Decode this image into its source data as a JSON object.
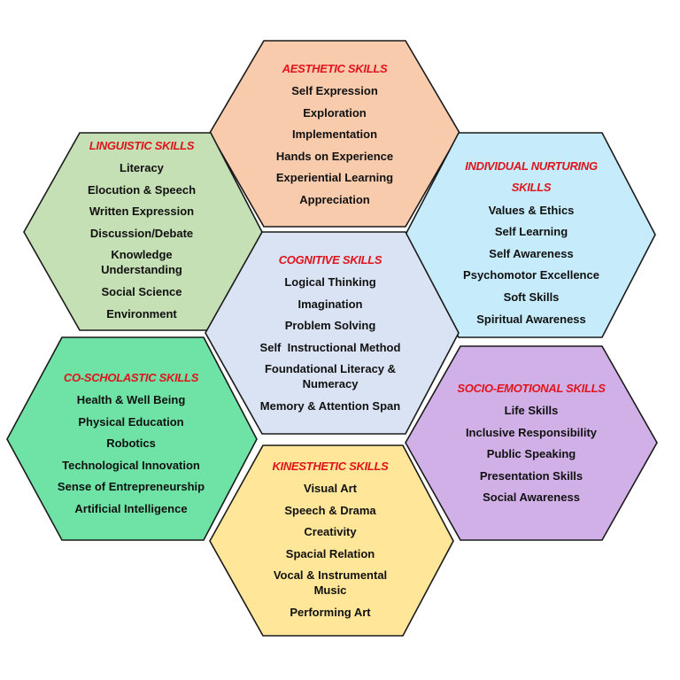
{
  "hexagons": [
    {
      "id": "aesthetic",
      "title": "AESTHETIC SKILLS",
      "color": "#f8cbad",
      "items": [
        "Self Expression",
        "Exploration",
        "Implementation",
        "Hands on Experience",
        "Experiential Learning",
        "Appreciation"
      ]
    },
    {
      "id": "linguistic",
      "title": "LINGUISTIC SKILLS",
      "color": "#c5e0b4",
      "items": [
        "Literacy",
        "Elocution & Speech",
        "Written Expression",
        "Discussion/Debate",
        "Knowledge\nUnderstanding",
        "Social Science",
        "Environment"
      ]
    },
    {
      "id": "individual-nurturing",
      "title": "INDIVIDUAL NURTURING\nSKILLS",
      "color": "#c6ecfb",
      "items": [
        "Values & Ethics",
        "Self Learning",
        "Self Awareness",
        "Psychomotor Excellence",
        "Soft Skills",
        "Spiritual Awareness"
      ]
    },
    {
      "id": "cognitive",
      "title": "COGNITIVE SKILLS",
      "color": "#dae3f3",
      "items": [
        "Logical Thinking",
        "Imagination",
        "Problem Solving",
        "Self  Instructional Method",
        "Foundational Literacy &\nNumeracy",
        "Memory & Attention Span"
      ]
    },
    {
      "id": "co-scholastic",
      "title": "CO-SCHOLASTIC SKILLS",
      "color": "#6ee3a5",
      "items": [
        "Health & Well Being",
        "Physical Education",
        "Robotics",
        "Technological Innovation",
        "Sense of Entrepreneurship",
        "Artificial Intelligence"
      ]
    },
    {
      "id": "socio-emotional",
      "title": "SOCIO-EMOTIONAL SKILLS",
      "color": "#d1b0e8",
      "items": [
        "Life Skills",
        "Inclusive Responsibility",
        "Public Speaking",
        "Presentation Skills",
        "Social Awareness"
      ]
    },
    {
      "id": "kinesthetic",
      "title": "KINESTHETIC SKILLS",
      "color": "#ffe699",
      "items": [
        "Visual Art",
        "Speech & Drama",
        "Creativity",
        "Spacial Relation",
        "Vocal & Instrumental\nMusic",
        "Performing Art"
      ]
    }
  ]
}
